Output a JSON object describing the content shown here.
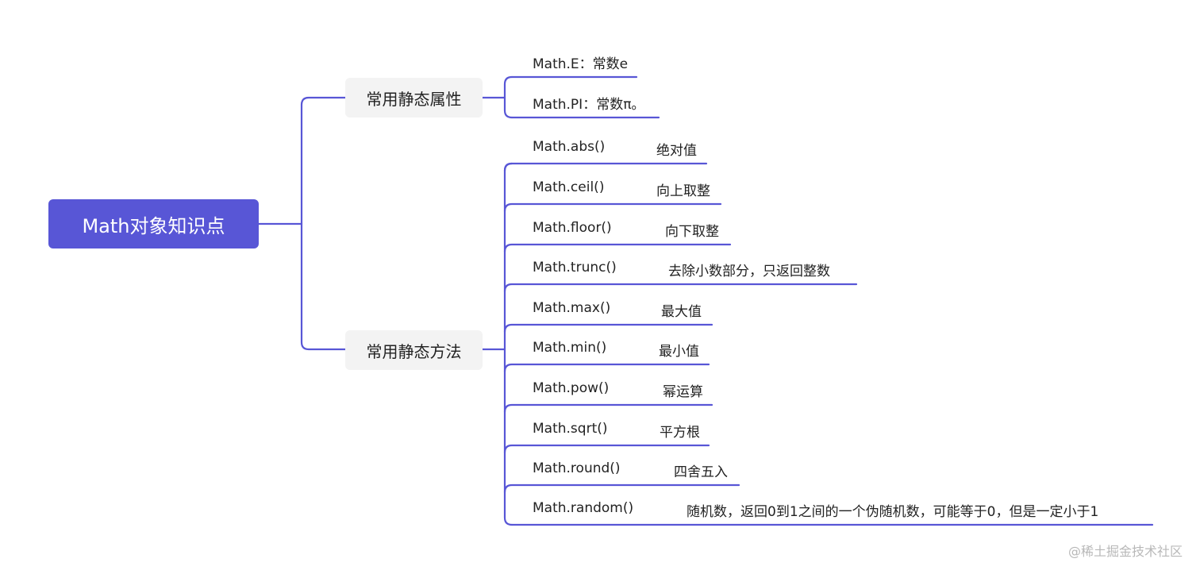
{
  "root": {
    "label": "Math对象知识点"
  },
  "branches": [
    {
      "label": "常用静态属性",
      "items": [
        {
          "code": "Math.E：常数e",
          "desc": ""
        },
        {
          "code": "Math.PI：常数π。",
          "desc": ""
        }
      ]
    },
    {
      "label": "常用静态方法",
      "items": [
        {
          "code": "Math.abs()",
          "desc": "绝对值"
        },
        {
          "code": "Math.ceil()",
          "desc": "向上取整"
        },
        {
          "code": "Math.floor()",
          "desc": "向下取整"
        },
        {
          "code": "Math.trunc()",
          "desc": "去除小数部分，只返回整数"
        },
        {
          "code": "Math.max()",
          "desc": "最大值"
        },
        {
          "code": "Math.min()",
          "desc": "最小值"
        },
        {
          "code": "Math.pow()",
          "desc": "幂运算"
        },
        {
          "code": "Math.sqrt()",
          "desc": "平方根"
        },
        {
          "code": "Math.round()",
          "desc": "四舍五入"
        },
        {
          "code": "Math.random()",
          "desc": "随机数，返回0到1之间的一个伪随机数，可能等于0，但是一定小于1"
        }
      ]
    }
  ],
  "watermark": "@稀土掘金技术社区",
  "colors": {
    "accent": "#5856d6",
    "branch_bg": "#f3f3f3",
    "text": "#222222"
  }
}
